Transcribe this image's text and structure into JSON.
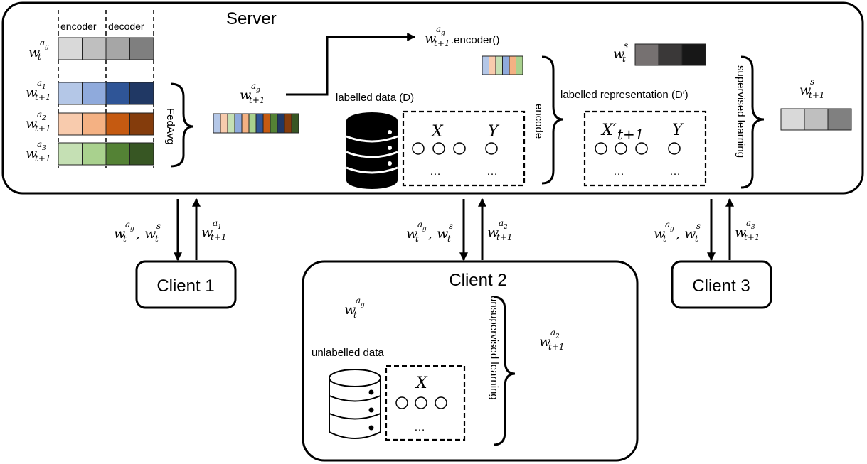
{
  "server": {
    "title": "Server",
    "encoder_label": "encoder",
    "decoder_label": "decoder",
    "fedavg_label": "FedAvg",
    "encode_label": "encode",
    "supervised_label": "supervised learning",
    "labelled_data_label": "labelled data (D)",
    "labelled_rep_label": "labelled representation (D′)",
    "encoder_call_label": ".encoder()",
    "var_x": "X",
    "var_x_prime": "X′",
    "var_x_prime_sub": "t+1",
    "var_y": "Y",
    "dots": "…"
  },
  "clients": [
    {
      "name": "Client 1"
    },
    {
      "name": "Client 2"
    },
    {
      "name": "Client 3"
    }
  ],
  "client2": {
    "unlabelled_label": "unlabelled data",
    "unsupervised_label": "unsupervised learning",
    "var_x": "X",
    "dots": "…"
  },
  "arrow_labels": {
    "down": "w_t^{a_g}, w_t^s",
    "up": [
      "w_{t+1}^{a_1}",
      "w_{t+1}^{a_2}",
      "w_{t+1}^{a_3}"
    ]
  },
  "colors": {
    "global": [
      "#d9d9d9",
      "#bfbfbf",
      "#a6a6a6",
      "#7f7f7f"
    ],
    "client1": [
      "#b4c7e7",
      "#8faadc",
      "#2f5597",
      "#203864"
    ],
    "client2": [
      "#f8cbad",
      "#f4b183",
      "#c55a11",
      "#843c0c"
    ],
    "client3": [
      "#c5e0b4",
      "#a9d18e",
      "#548235",
      "#375623"
    ],
    "server_model_t": [
      "#767171",
      "#3a3838",
      "#171717"
    ],
    "server_model_t1": [
      "#d9d9d9",
      "#bfbfbf",
      "#808080"
    ],
    "aggregated": [
      "#b4c7e7",
      "#f8cbad",
      "#c5e0b4",
      "#8faadc",
      "#f4b183",
      "#a9d18e",
      "#2f5597",
      "#c55a11",
      "#548235",
      "#203864",
      "#843c0c",
      "#375623"
    ],
    "encoder_only": [
      "#b4c7e7",
      "#f8cbad",
      "#c5e0b4",
      "#8faadc",
      "#f4b183",
      "#a9d18e"
    ]
  }
}
